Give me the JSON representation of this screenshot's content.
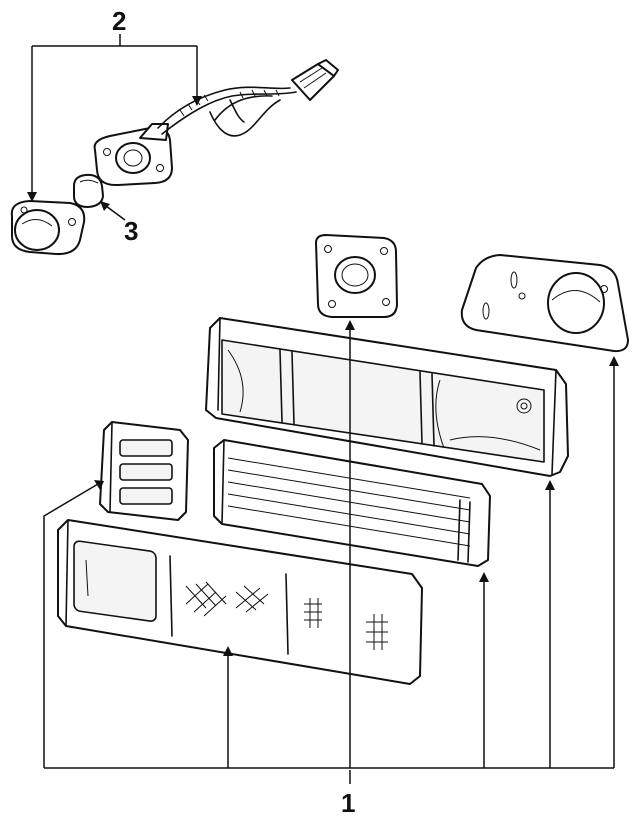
{
  "callouts": {
    "main_assembly": "1",
    "socket_harness": "2",
    "bulb": "3"
  },
  "colors": {
    "line": "#111111",
    "background": "#ffffff"
  }
}
